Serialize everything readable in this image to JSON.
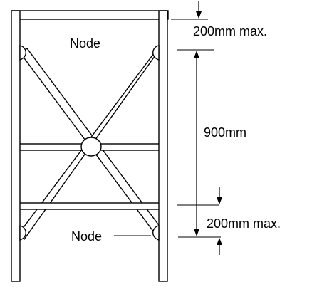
{
  "labels": {
    "node_top": "Node",
    "node_bottom": "Node",
    "dim_top": "200mm max.",
    "dim_middle": "900mm",
    "dim_bottom": "200mm max."
  },
  "colors": {
    "stroke": "#000000",
    "background": "#ffffff"
  }
}
